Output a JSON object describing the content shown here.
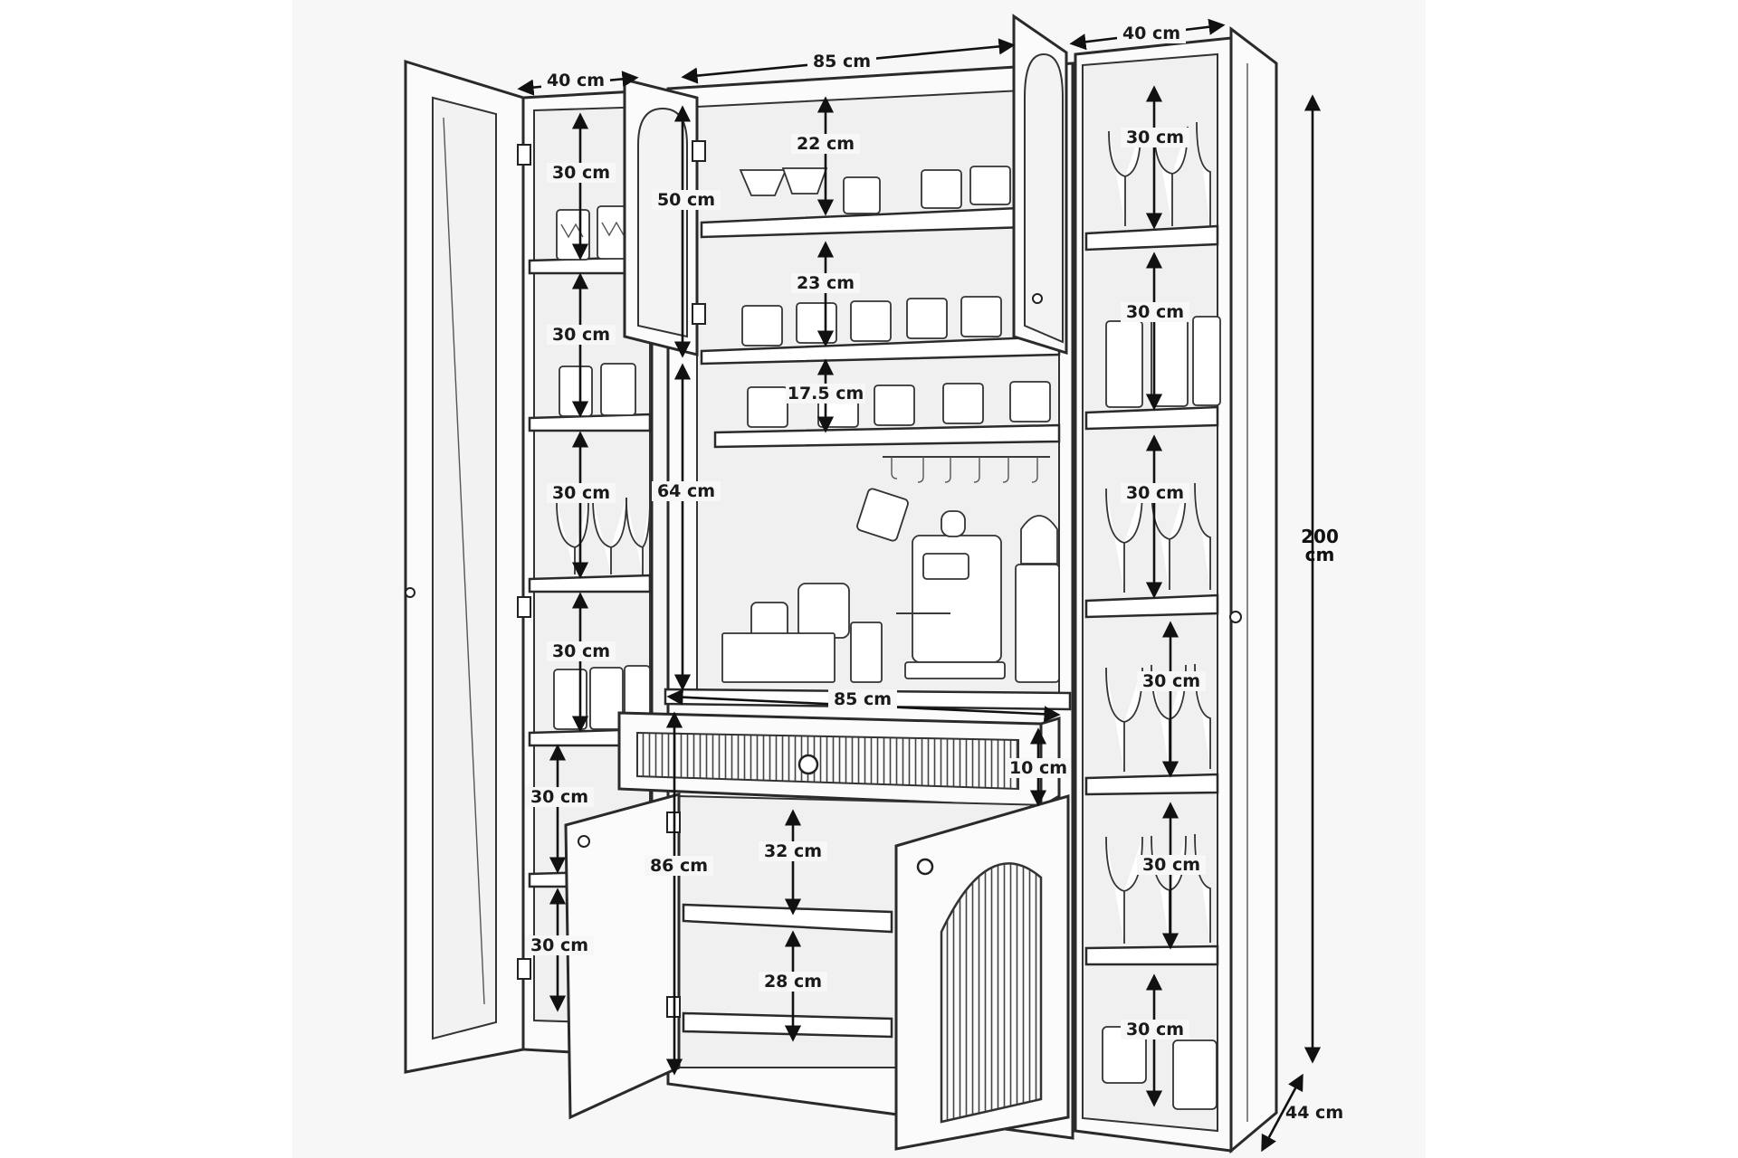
{
  "dimensions": {
    "left_width": "40 cm",
    "center_width_top": "85 cm",
    "right_width": "40 cm",
    "center_width_counter": "85 cm",
    "total_height_value": "200",
    "total_height_unit": "cm",
    "depth": "44 cm",
    "top_door_height": "50 cm",
    "niche_height": "64 cm",
    "base_height": "86 cm",
    "drawer_height": "10 cm",
    "center_shelf_1": "22 cm",
    "center_shelf_2": "23 cm",
    "center_shelf_3": "17.5 cm",
    "base_shelf_1": "32 cm",
    "base_shelf_2": "28 cm",
    "left_shelves": [
      "30 cm",
      "30 cm",
      "30 cm",
      "30 cm",
      "30 cm",
      "30 cm"
    ],
    "right_shelves": [
      "30 cm",
      "30 cm",
      "30 cm",
      "30 cm",
      "30 cm",
      "30 cm"
    ]
  },
  "colors": {
    "line": "#2a2a2a",
    "paper": "#f7f7f7",
    "background": "#ffffff"
  },
  "objects": {
    "espresso_machine": "espresso-machine-icon",
    "coffee_grinder": "coffee-grinder-icon",
    "mug": "mug-icon",
    "wine_glass": "wine-glass-icon",
    "tumbler": "tumbler-icon"
  }
}
